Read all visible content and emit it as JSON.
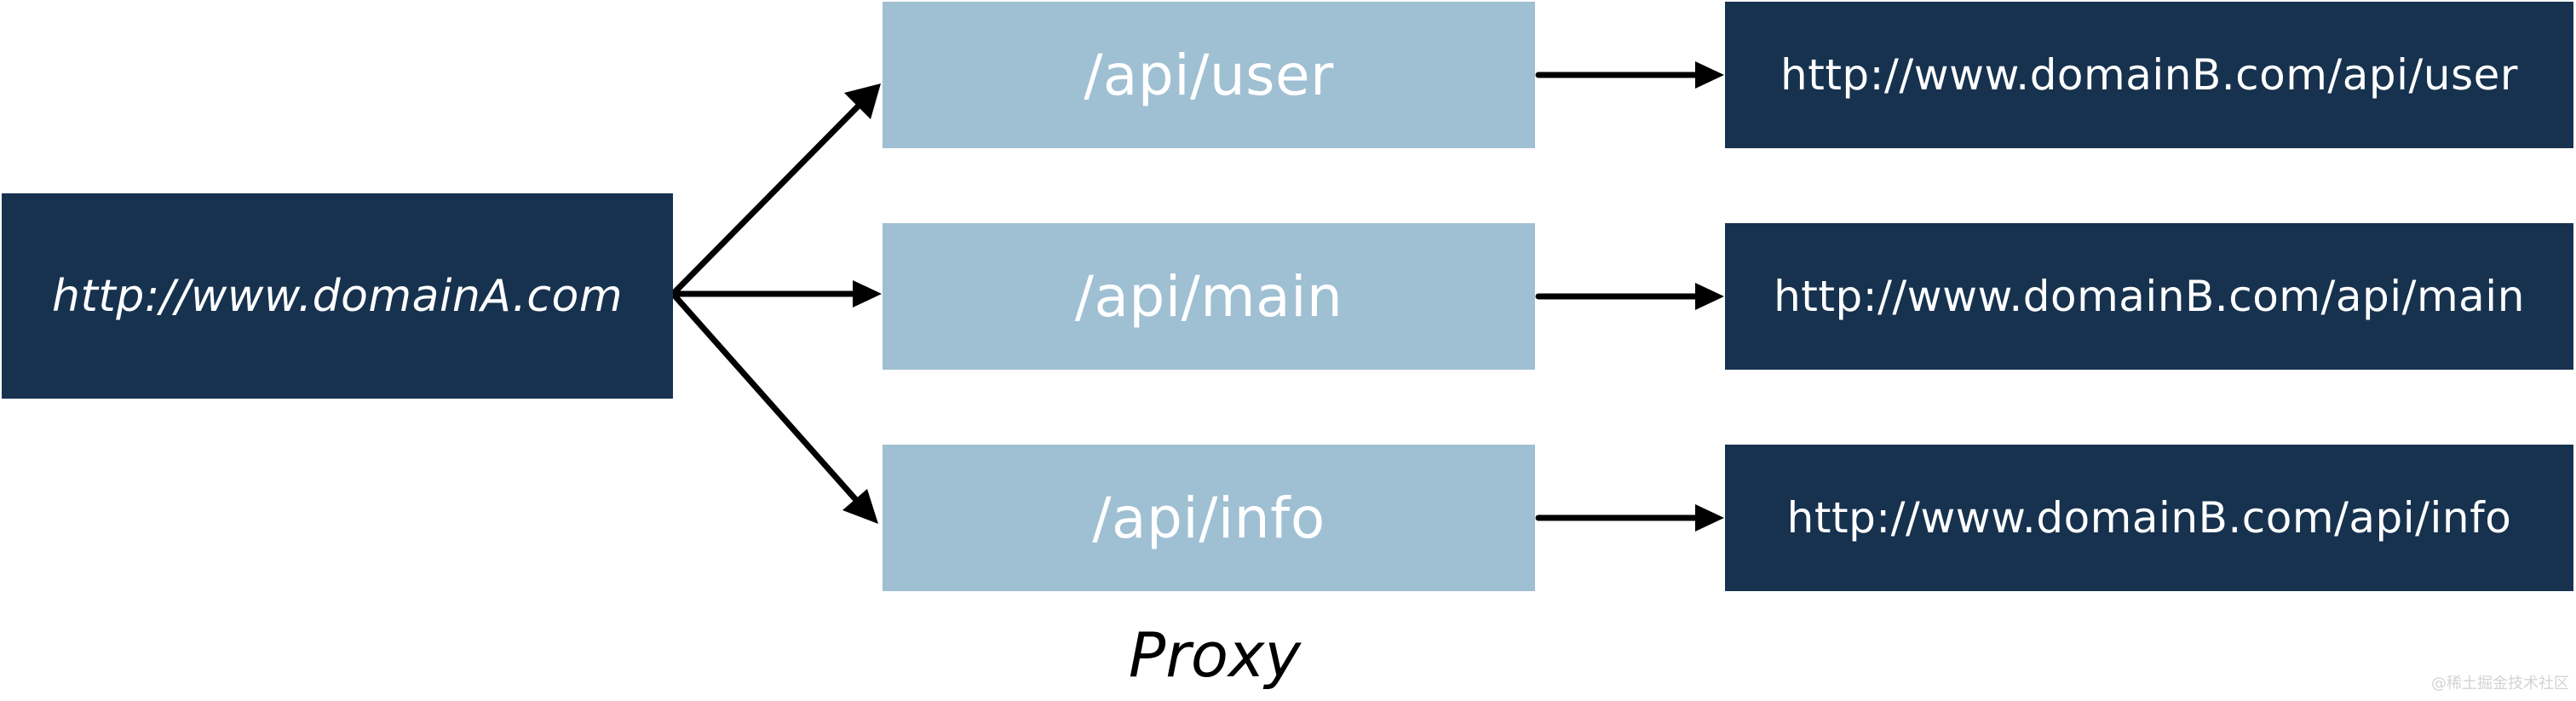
{
  "diagram": {
    "source": {
      "label": "http://www.domainA.com"
    },
    "proxy_paths": [
      {
        "label": "/api/user"
      },
      {
        "label": "/api/main"
      },
      {
        "label": "/api/info"
      }
    ],
    "targets": [
      {
        "label": "http://www.domainB.com/api/user"
      },
      {
        "label": "http://www.domainB.com/api/main"
      },
      {
        "label": "http://www.domainB.com/api/info"
      }
    ],
    "proxy_label": "Proxy",
    "watermark": "@稀土掘金技术社区",
    "colors": {
      "dark_box": "#16324f",
      "light_box": "#9fbfd3",
      "text_light": "#ffffff",
      "arrow": "#000000",
      "watermark": "#d3d3d3"
    }
  }
}
